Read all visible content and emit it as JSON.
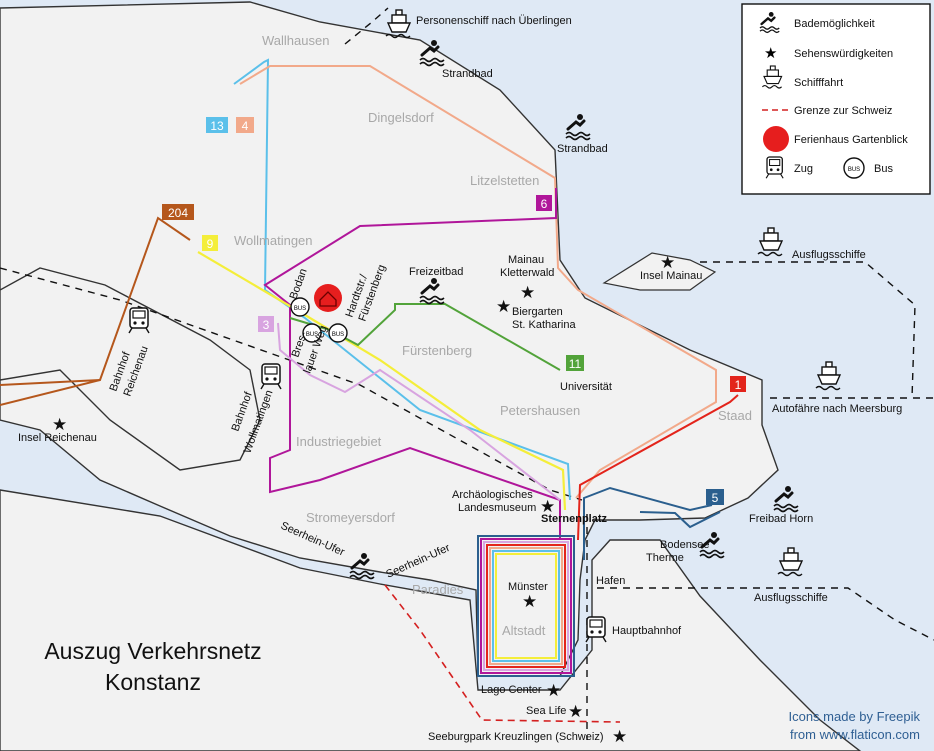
{
  "title": [
    "Auszug Verkehrsnetz",
    "Konstanz"
  ],
  "credit": [
    "Icons made by Freepik",
    "from www.flaticon.com"
  ],
  "legend": {
    "bathing": "Bademöglichkeit",
    "sights": "Sehenswürdigkeiten",
    "ship": "Schifffahrt",
    "border": "Grenze zur Schweiz",
    "house": "Ferienhaus Gartenblick",
    "train": "Zug",
    "bus": "Bus"
  },
  "districts": {
    "wallhausen": "Wallhausen",
    "dingelsdorf": "Dingelsdorf",
    "litzelstetten": "Litzelstetten",
    "wollmatingen": "Wollmatingen",
    "fuerstenberg": "Fürstenberg",
    "petershausen": "Petershausen",
    "industriegebiet": "Industriegebiet",
    "stromeyersdorf": "Stromeyersdorf",
    "paradies": "Paradies",
    "altstadt": "Altstadt",
    "staad": "Staad"
  },
  "places": {
    "personenschiff": "Personenschiff nach Überlingen",
    "strandbad1": "Strandbad",
    "strandbad2": "Strandbad",
    "ausflugsschiffe1": "Ausflugsschiffe",
    "inselMainau": "Insel Mainau",
    "mainauKletterwald": [
      "Mainau",
      "Kletterwald"
    ],
    "biergarten": [
      "Biergarten",
      "St. Katharina"
    ],
    "freizeitbad": "Freizeitbad",
    "universitaet": "Universität",
    "autofaehre": "Autofähre nach Meersburg",
    "inselReichenau": "Insel Reichenau",
    "bahnhofReichenau": [
      "Bahnhof",
      "Reichenau"
    ],
    "bahnhofWollmatingen": [
      "Bahnhof",
      "Wollmatingen"
    ],
    "bodan": "Bodan",
    "hardtstr": [
      "Hardtstr./",
      "Fürstenberg"
    ],
    "breslauer": [
      "Bres-",
      "lauer Weg"
    ],
    "museum": [
      "Archäologisches",
      "Landesmuseum"
    ],
    "sternenplatz": "Sternenplatz",
    "freibadHorn": "Freibad Horn",
    "bodenseeTherme": [
      "Bodensee",
      "Therme"
    ],
    "hafen": "Hafen",
    "ausflugsschiffe2": "Ausflugsschiffe",
    "muenster": "Münster",
    "hauptbahnhof": "Hauptbahnhof",
    "lagoCenter": "Lago Center",
    "seaLife": "Sea Life",
    "seeburgpark": "Seeburgpark Kreuzlingen (Schweiz)",
    "seerhein1": "Seerhein-Ufer",
    "seerhein2": "Seerhein-Ufer"
  },
  "bus_badge": "BUS",
  "lines": [
    {
      "id": "13",
      "color": "#5bc0ea"
    },
    {
      "id": "4",
      "color": "#f2a98a"
    },
    {
      "id": "6",
      "color": "#b0169a"
    },
    {
      "id": "204",
      "color": "#b5571c"
    },
    {
      "id": "9",
      "color": "#f4ee3a"
    },
    {
      "id": "3",
      "color": "#d8a4e0"
    },
    {
      "id": "11",
      "color": "#52a33a"
    },
    {
      "id": "1",
      "color": "#e3241b"
    },
    {
      "id": "5",
      "color": "#2b5f8e"
    }
  ]
}
